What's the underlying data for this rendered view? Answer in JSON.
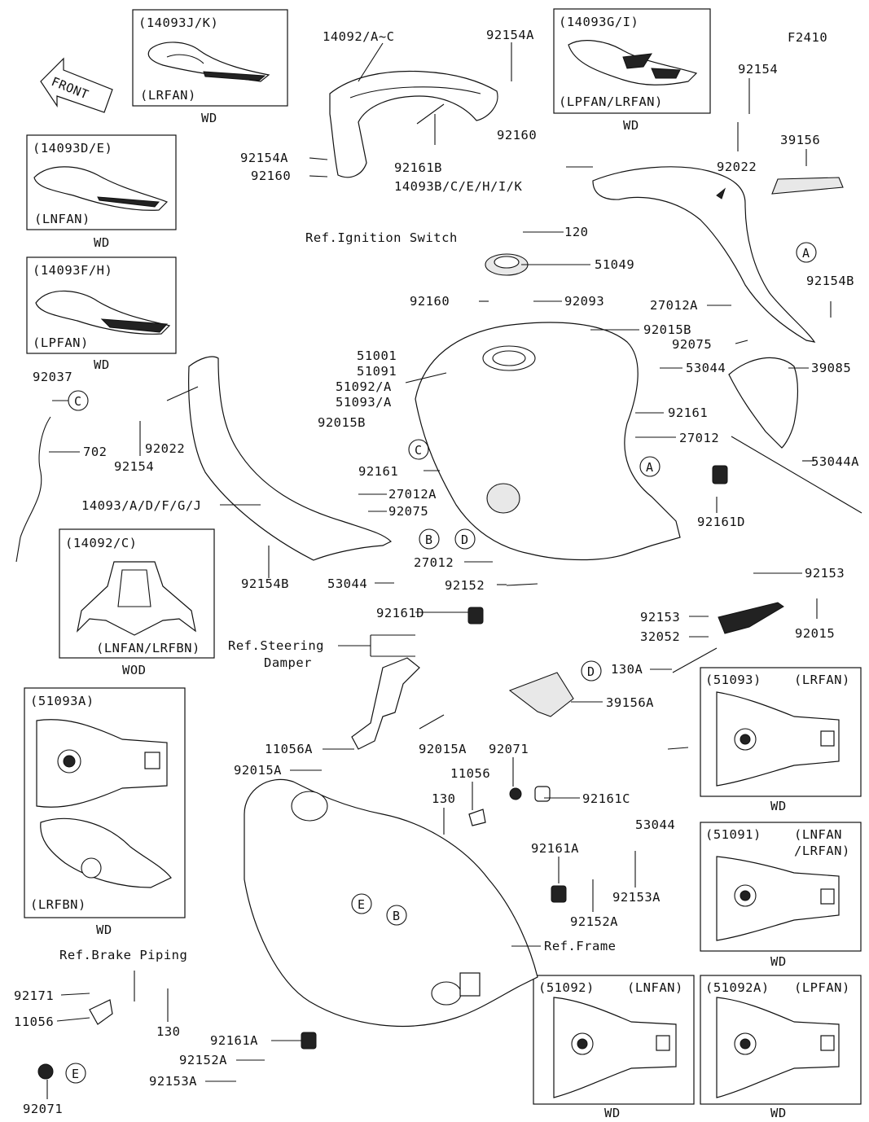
{
  "diagram_code": "F2410",
  "front_arrow": {
    "label": "FRONT",
    "icon": "front-direction-arrow-icon"
  },
  "variant_boxes": [
    {
      "id": "box-14093jk",
      "code": "(14093J/K)",
      "variant": "(LRFAN)",
      "note": "WD"
    },
    {
      "id": "box-14093gi",
      "code": "(14093G/I)",
      "variant": "(LPFAN/LRFAN)",
      "note": "WD"
    },
    {
      "id": "box-14093de",
      "code": "(14093D/E)",
      "variant": "(LNFAN)",
      "note": "WD"
    },
    {
      "id": "box-14093fh",
      "code": "(14093F/H)",
      "variant": "(LPFAN)",
      "note": "WD"
    },
    {
      "id": "box-14092c",
      "code": "(14092/C)",
      "variant": "(LNFAN/LRFBN)",
      "note": "WOD"
    },
    {
      "id": "box-51093a",
      "code": "(51093A)",
      "variant": "(LRFBN)",
      "note": "WD"
    },
    {
      "id": "box-51093",
      "code": "(51093)",
      "variant": "(LRFAN)",
      "note": "WD"
    },
    {
      "id": "box-51091",
      "code": "(51091)",
      "variant": "(LNFAN",
      "variant2": "/LRFAN)",
      "note": "WD"
    },
    {
      "id": "box-51092",
      "code": "(51092)",
      "variant": "(LNFAN)",
      "note": "WD"
    },
    {
      "id": "box-51092a",
      "code": "(51092A)",
      "variant": "(LPFAN)",
      "note": "WD"
    }
  ],
  "refs": {
    "ignition": "Ref.Ignition Switch",
    "steering1": "Ref.Steering",
    "steering2": "Damper",
    "frame": "Ref.Frame",
    "brake": "Ref.Brake Piping"
  },
  "callouts": [
    "A",
    "B",
    "C",
    "D",
    "E"
  ],
  "part_labels": {
    "p14092ac": "14092/A~C",
    "p92154a_top": "92154A",
    "p92160_top": "92160",
    "p92154_r": "92154",
    "p92022_r": "92022",
    "p39156": "39156",
    "p92154a_l": "92154A",
    "p92160_l": "92160",
    "p92161b": "92161B",
    "p14093b": "14093B/C/E/H/I/K",
    "p120": "120",
    "p51049": "51049",
    "p92160_m": "92160",
    "p92093": "92093",
    "p92154b_r": "92154B",
    "p27012a_r": "27012A",
    "p92015b_r": "92015B",
    "p92075_r": "92075",
    "p53044_r": "53044",
    "p39085": "39085",
    "p51001": "51001",
    "p51091": "51091",
    "p51092a": "51092/A",
    "p51093a": "51093/A",
    "p92037": "92037",
    "p92161_r": "92161",
    "p27012_r": "27012",
    "p53044a": "53044A",
    "p92015b_l": "92015B",
    "p702": "702",
    "p92022_l": "92022",
    "p92154_l": "92154",
    "p92161_m": "92161",
    "p27012a_m": "27012A",
    "p92075_m": "92075",
    "p14093_main": "14093/A/D/F/G/J",
    "p92161d_r": "92161D",
    "p27012_m": "27012",
    "p92154b_l": "92154B",
    "p53044_l": "53044",
    "p92152": "92152",
    "p92153_r": "92153",
    "p92161d_l": "92161D",
    "p92153_m": "92153",
    "p32052": "32052",
    "p92015": "92015",
    "p130a": "130A",
    "p39156a": "39156A",
    "p92015a_r": "92015A",
    "p11056a": "11056A",
    "p92015a_l": "92015A",
    "p92071_t": "92071",
    "p11056_t": "11056",
    "p130_t": "130",
    "p92161c": "92161C",
    "p53044_b": "53044",
    "p92161a_r": "92161A",
    "p92153a_r": "92153A",
    "p92152a_r": "92152A",
    "p92171": "92171",
    "p11056_b": "11056",
    "p130_b": "130",
    "p92071_b": "92071",
    "p92161a_b": "92161A",
    "p92152a_b": "92152A",
    "p92153a_b": "92153A"
  }
}
